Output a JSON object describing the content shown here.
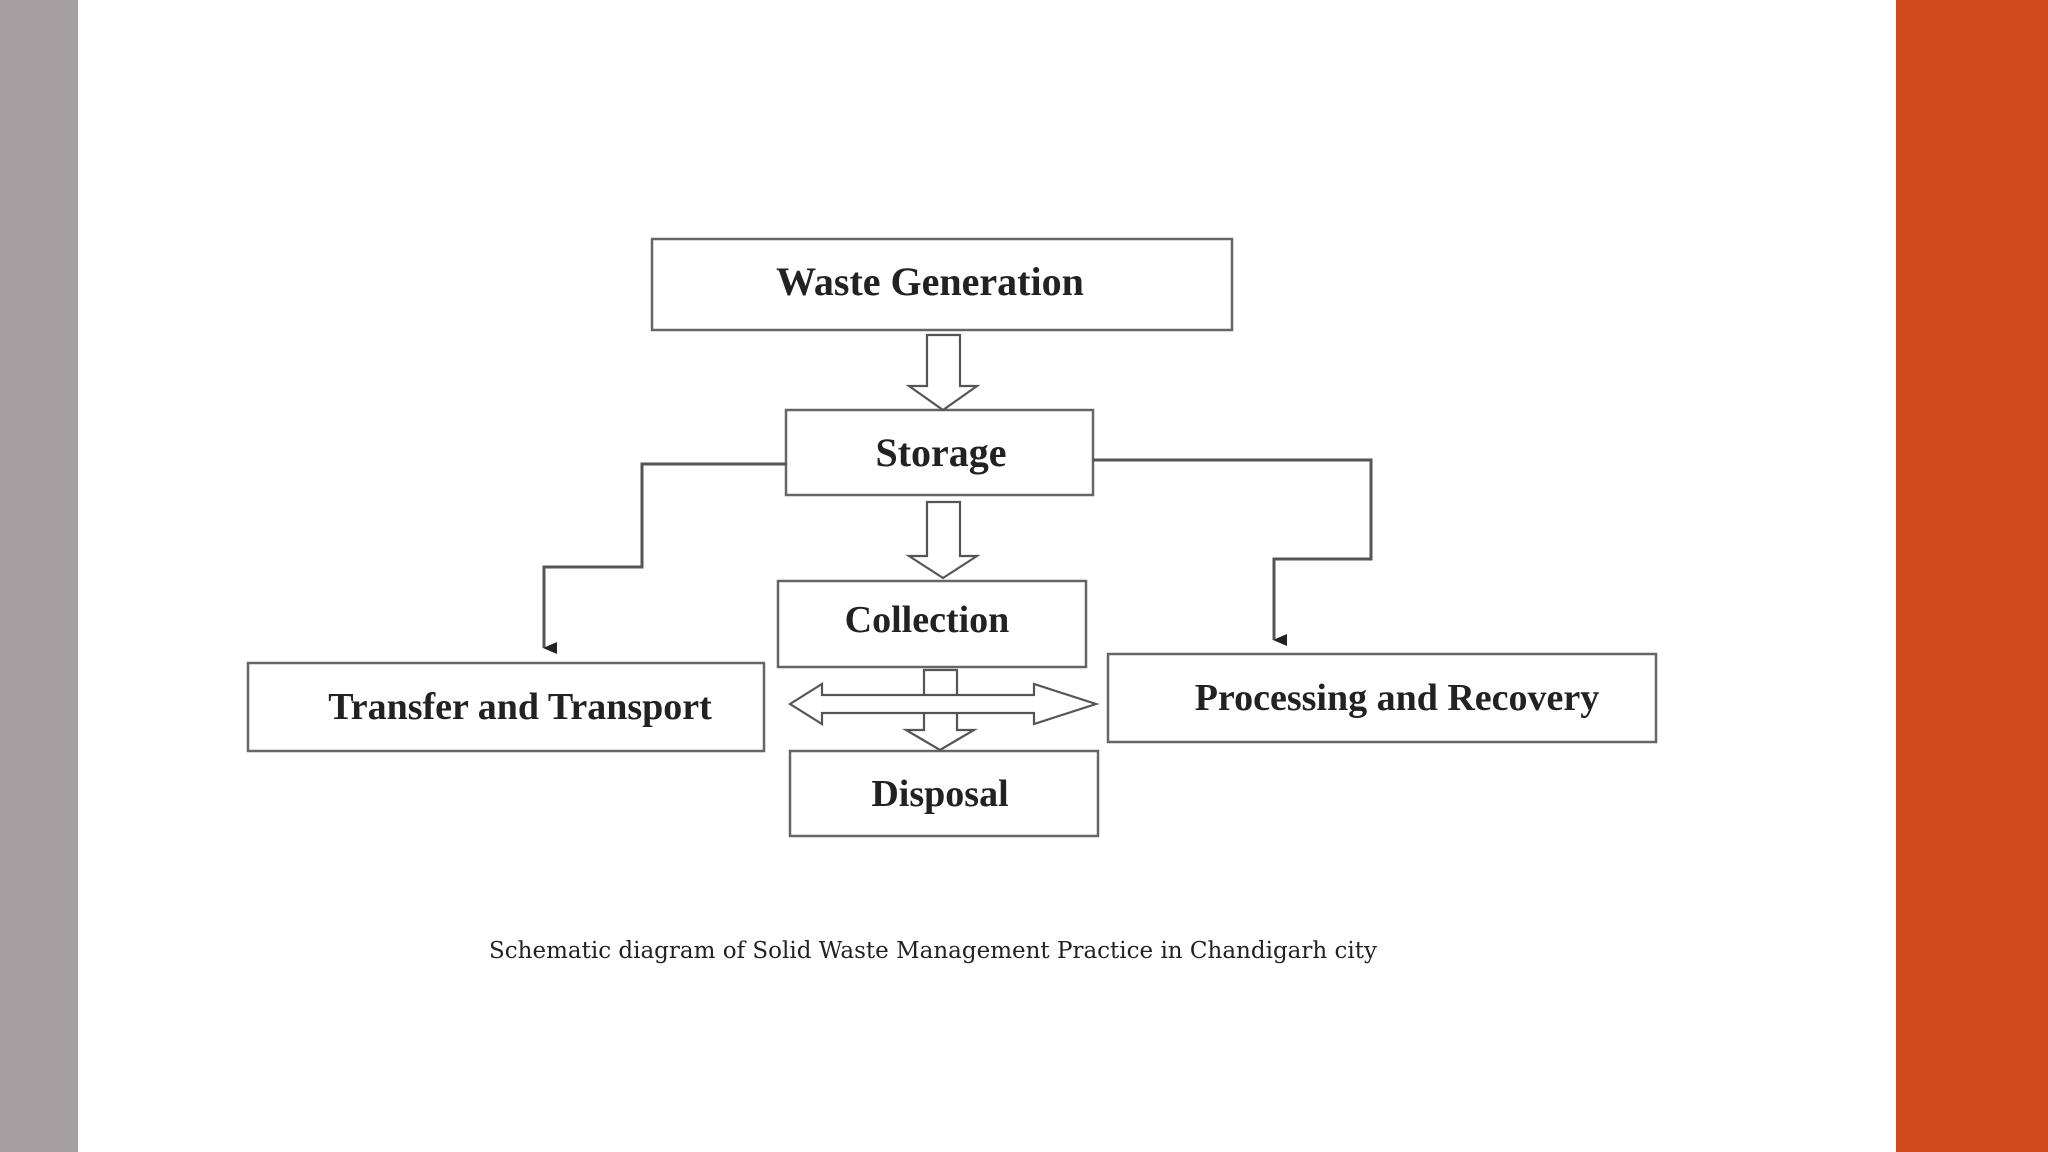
{
  "colors": {
    "left_band": "#a59fa2",
    "right_band": "#d2491d",
    "box_stroke": "#666666",
    "arrow_stroke": "#555555",
    "text": "#222222"
  },
  "diagram": {
    "nodes": {
      "waste_generation": "Waste Generation",
      "storage": "Storage",
      "collection": "Collection",
      "transfer_transport": "Transfer and Transport",
      "processing_recovery": "Processing and Recovery",
      "disposal": "Disposal"
    },
    "caption": "Schematic diagram of Solid Waste Management Practice in Chandigarh city"
  }
}
